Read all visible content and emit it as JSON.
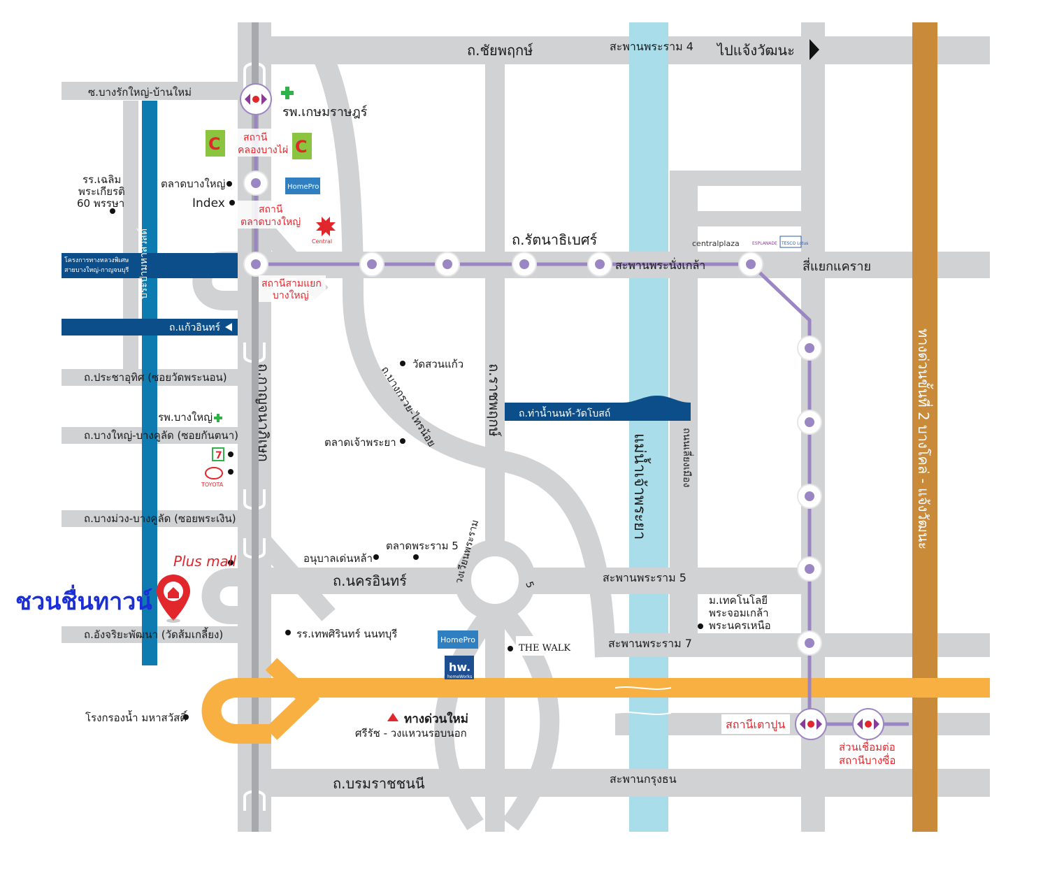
{
  "title": "ชวนชื่นทาวน์",
  "colors": {
    "road": "#d1d2d4",
    "rail": "#9b86c4",
    "river": "#a9dde9",
    "blue_road": "#0b4e8a",
    "teal_road": "#0e7bb0",
    "expressway": "#f8b043",
    "tollway": "#c98b3a",
    "pin": "#e1262c"
  },
  "roads": {
    "chaiyaphruek": "ถ.ชัยพฤกษ์",
    "rama4_bridge": "สะพานพระราม 4",
    "to_chaengwattana": "ไปแจ้งวัฒนะ",
    "bangrak_banmai": "ซ.บางรักใหญ่-บ้านใหม่",
    "rattanathibet": "ถ.รัตนาธิเบศร์",
    "nangklao_bridge": "สะพานพระนั่งเกล้า",
    "khae_rai": "สี่แยกแคราย",
    "kaew_in": "ถ.แก้วอินทร์",
    "pracha_uthit": "ถ.ประชาอุทิศ (ซอยวัดพระนอน)",
    "bangyai_bangkhulat": "ถ.บางใหญ่-บางคูลัด (ซอยกันตนา)",
    "bangmuang": "ถ.บางม่วง-บางคูลัด (ซอยพระเงิน)",
    "nakhon_in": "ถ.นครอินทร์",
    "rama5_bridge": "สะพานพระราม 5",
    "rama7_bridge": "สะพานพระราม 7",
    "angkhariya": "ถ.อังจริยะพัฒนา (วัดส้มเกลี้ยง)",
    "boromratchachonnani": "ถ.บรมราชชนนี",
    "krungthon_bridge": "สะพานกรุงธน",
    "kanchanaphisek": "ถ.กาญจนาภิเษก",
    "ratchaphruek": "ถ.ราชพฤกษ์",
    "bangkruai_sainoi": "ถ.บางกรวย-ไทรน้อย",
    "tha_nam_non": "ถ.ท่าน้ำนนท์-วัดโบสถ์",
    "liang_mueang": "ถนนเลี่ยงเมือง",
    "river": "แม่น้ำเจ้าพระยา",
    "expressway2": "ทางด่วนขั้นที่ 2 บางโคล่ - แจ้งวัฒนะ",
    "prachanasawat": "ประปามหาสวัสดิ์",
    "project_line1": "โครงการทางหลวงพิเศษ",
    "project_line2": "สายบางใหญ่-กาญจนบุรี",
    "circle_rama5": "วงเวียนพระราม 5"
  },
  "stations": {
    "khlong_bang_phai_1": "สถานี",
    "khlong_bang_phai_2": "คลองบางไผ่",
    "talad_bang_yai_1": "สถานี",
    "talad_bang_yai_2": "ตลาดบางใหญ่",
    "sam_yaek_1": "สถานีสามแยก",
    "sam_yaek_2": "บางใหญ่",
    "tao_poon": "สถานีเตาปูน",
    "link_1": "ส่วนเชื่อมต่อ",
    "link_2": "สถานีบางซื่อ"
  },
  "places": {
    "kasemrad": "รพ.เกษมราษฎร์",
    "school_chalerm_1": "รร.เฉลิม",
    "school_chalerm_2": "พระเกียรติ",
    "school_chalerm_3": "60 พรรษา",
    "talad_bang_yai": "ตลาดบางใหญ่",
    "index": "Index",
    "bang_yai_hosp": "รพ.บางใหญ่",
    "wat_suan_kaew": "วัดสวนแก้ว",
    "talad_chao_phraya": "ตลาดเจ้าพระยา",
    "talad_rama5": "ตลาดพระราม 5",
    "anuban": "อนุบาลเด่นหล้า",
    "thepsirin": "รร.เทพศิรินทร์ นนทบุรี",
    "water_plant": "โรงกรองน้ำ มหาสวัสดิ์",
    "new_expressway_1": "ทางด่วนใหม่",
    "new_expressway_2": "ศรีรัช - วงแหวนรอบนอก",
    "rmutp_1": "ม.เทคโนโลยี",
    "rmutp_2": "พระจอมเกล้า",
    "rmutp_3": "พระนครเหนือ"
  },
  "logos": {
    "homepro": "HomePro",
    "central": "Central",
    "centralplaza": "centralplaza",
    "esplanade": "ESPLANADE",
    "tesco": "TESCO Lotus",
    "toyota": "TOYOTA",
    "plusmall": "Plus mall",
    "thewalk": "THE WALK",
    "homeworks_1": "hw.",
    "homeworks_2": "homeWorks",
    "seven": "7"
  }
}
